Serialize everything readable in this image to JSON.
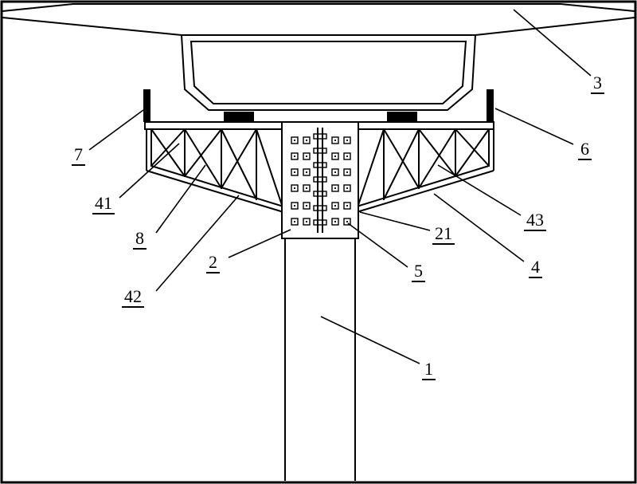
{
  "diagram": {
    "colors": {
      "line": "#000000",
      "background": "#ffffff",
      "filled_parts": "#000000"
    },
    "labels": {
      "part1": "1",
      "part2": "2",
      "part3": "3",
      "part4": "4",
      "part5": "5",
      "part6": "6",
      "part7": "7",
      "part8": "8",
      "part21": "21",
      "part41": "41",
      "part42": "42",
      "part43": "43"
    }
  }
}
